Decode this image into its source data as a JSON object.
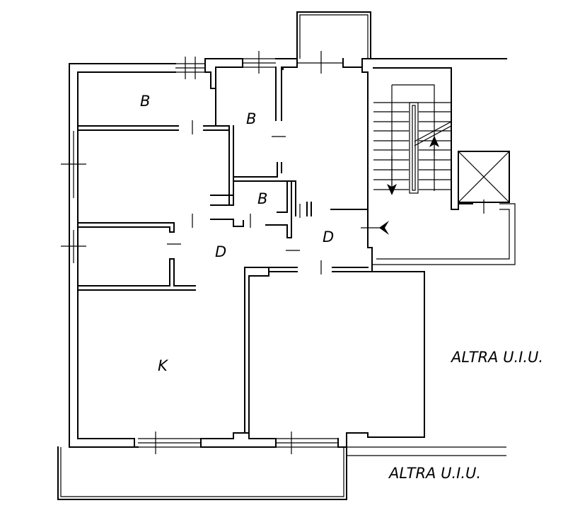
{
  "rooms": {
    "b1": "B",
    "b2": "B",
    "b3": "B",
    "d1": "D",
    "d2": "D",
    "k": "K"
  },
  "adjacent_units": {
    "east": "ALTRA U.I.U.",
    "south": "ALTRA U.I.U."
  },
  "icons": [
    "stair-up-arrow-icon",
    "stair-down-arrow-icon",
    "entrance-arrow-icon",
    "elevator-shaft-icon"
  ]
}
